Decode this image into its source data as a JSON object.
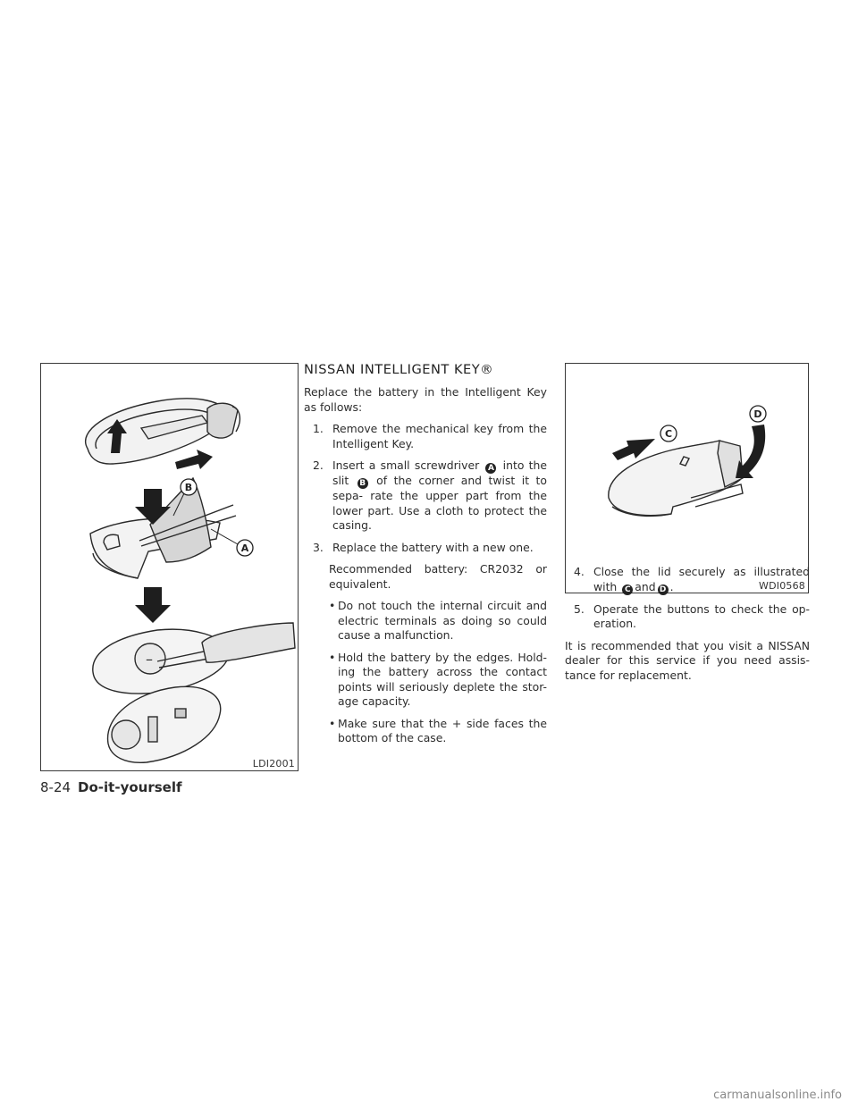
{
  "figure_left": {
    "id_label": "LDI2001",
    "callouts": [
      "A",
      "B"
    ]
  },
  "figure_right": {
    "id_label": "WDI0568",
    "callouts": [
      "C",
      "D"
    ]
  },
  "section": {
    "title": "NISSAN INTELLIGENT KEY®",
    "intro": "Replace the battery in the Intelligent Key as follows:",
    "step1_num": "1.",
    "step1_text": "Remove the mechanical key from the Intelligent Key.",
    "step2_num": "2.",
    "step2_pre": "Insert a small screwdriver",
    "step2_callout_a": "A",
    "step2_mid": "into the slit",
    "step2_callout_b": "B",
    "step2_post": "of the corner and twist it to sepa- rate the upper part from the lower part. Use a cloth to protect the casing.",
    "step3_num": "3.",
    "step3_text": "Replace the battery with a new one.",
    "recommended": "Recommended battery: CR2032 or equivalent.",
    "bullets": [
      "Do not touch the internal circuit and electric terminals as doing so could cause a malfunction.",
      "Hold the battery by the edges. Hold- ing the battery across the contact points will seriously deplete the stor- age capacity.",
      "Make sure that the + side faces the bottom of the case."
    ],
    "bullet_symbol": "•",
    "step4_num": "4.",
    "step4_pre": "Close the lid securely as illustrated with",
    "step4_callout_c": "C",
    "step4_and": "and",
    "step4_callout_d": "D",
    "step4_end": ".",
    "step5_num": "5.",
    "step5_text": "Operate the buttons to check the op- eration.",
    "closing": "It is recommended that you visit a NISSAN dealer for this service if you need assis- tance for replacement."
  },
  "footer": {
    "page": "8-24",
    "section": "Do-it-yourself"
  },
  "watermark": "carmanualsonline.info"
}
